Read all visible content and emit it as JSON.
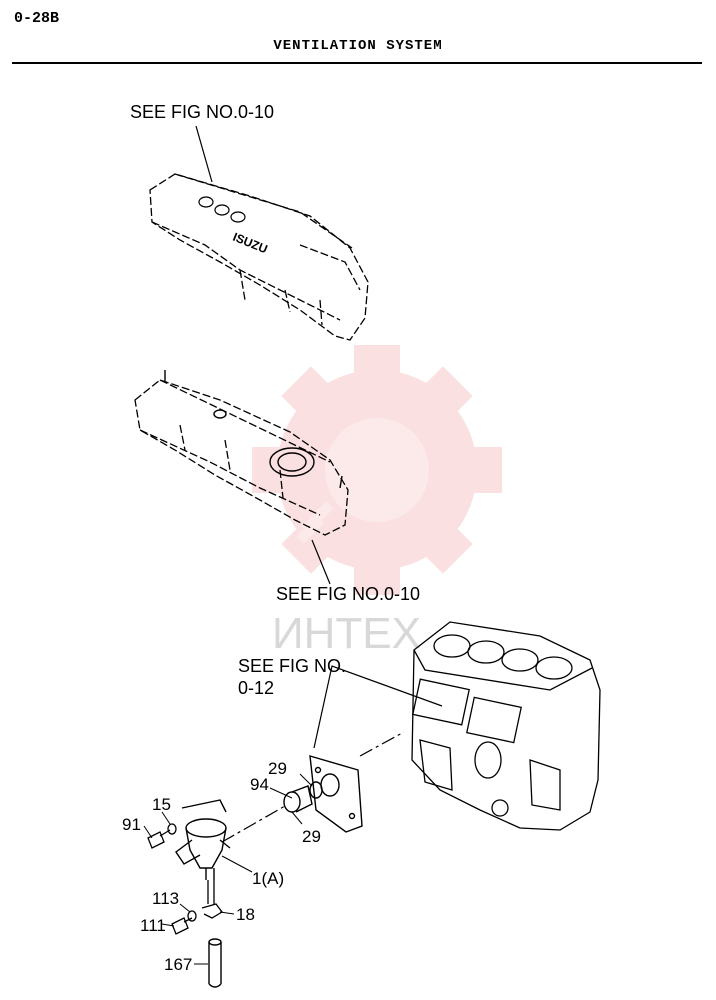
{
  "header": {
    "page_code": "0-28B",
    "title": "VENTILATION  SYSTEM"
  },
  "watermark": {
    "text": "ИНТЕХ",
    "color": "#e8434b"
  },
  "references": {
    "top_cover": "SEE FIG NO.0-10",
    "lower_cover": "SEE FIG NO.0-10",
    "block_line1": "SEE FIG NO.",
    "block_line2": "0-12"
  },
  "cover_logo": "ISUZU",
  "parts": {
    "p29_top": "29",
    "p94": "94",
    "p29_bottom": "29",
    "p15": "15",
    "p91": "91",
    "p1a": "1(A)",
    "p113": "113",
    "p111": "111",
    "p18": "18",
    "p167": "167"
  }
}
